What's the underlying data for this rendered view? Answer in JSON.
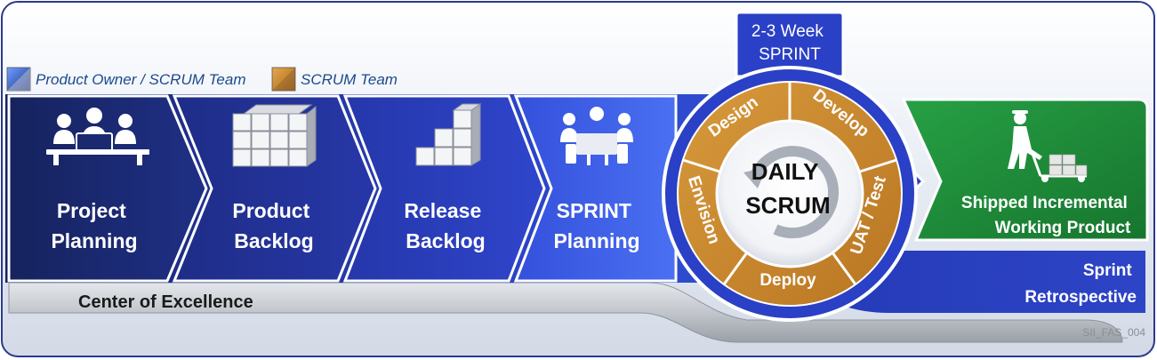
{
  "legend": {
    "owner_team": "Product Owner / SCRUM Team",
    "scrum_team": "SCRUM Team"
  },
  "stages": {
    "project_planning": [
      "Project",
      "Planning"
    ],
    "product_backlog": [
      "Product",
      "Backlog"
    ],
    "release_backlog": [
      "Release",
      "Backlog"
    ],
    "sprint_planning": [
      "SPRINT",
      "Planning"
    ]
  },
  "sprint_tab": [
    "2-3 Week",
    "SPRINT"
  ],
  "cycle": {
    "center": [
      "DAILY",
      "SCRUM"
    ],
    "segments": {
      "design": "Design",
      "develop": "Develop",
      "uat_test": "UAT / Test",
      "deploy": "Deploy",
      "envision": "Envision"
    }
  },
  "shipped": [
    "Shipped Incremental",
    "Working Product"
  ],
  "retrospective": [
    "Sprint",
    "Retrospective"
  ],
  "center_of_excellence": "Center of Excellence",
  "figure_id": "SII_FAS_004",
  "colors": {
    "dark_navy": "#1c2a78",
    "royal_blue": "#2f43c8",
    "bright_blue": "#3d63ee",
    "ring_blue": "#2a40c6",
    "segment_orange": "#c8862e",
    "shipped_green": "#1f8a3a",
    "bar_gray": "#b8bcc2"
  }
}
